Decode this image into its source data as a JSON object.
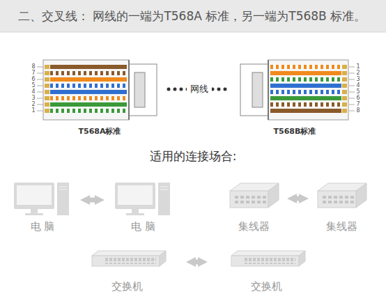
{
  "diagram": {
    "title": "二、交叉线： 网线的一端为T568A 标准，另一端为T568B 标准。",
    "nodes": [
      {
        "text": [
          "T568A标准"
        ]
      },
      {
        "text": [
          "T568B标准"
        ]
      },
      {
        "text": [
          "电 脑"
        ]
      },
      {
        "text": [
          "电 脑"
        ]
      },
      {
        "text": [
          "集线器"
        ]
      },
      {
        "text": [
          "集线器"
        ]
      },
      {
        "text": [
          "交换机"
        ]
      },
      {
        "text": [
          "交换机"
        ]
      }
    ],
    "edges": [
      {
        "from": 0,
        "to": 1,
        "arrow": "none",
        "label": "网线"
      },
      {
        "from": 2,
        "to": 3,
        "arrow": "both"
      },
      {
        "from": 4,
        "to": 5,
        "arrow": "both"
      },
      {
        "from": 6,
        "to": 7,
        "arrow": "both"
      }
    ],
    "labels": [
      "8",
      "7",
      "6",
      "5",
      "4",
      "3",
      "2",
      "1",
      "1",
      "2",
      "3",
      "4",
      "5",
      "6",
      "7",
      "8",
      "适用的连接场合:"
    ]
  }
}
